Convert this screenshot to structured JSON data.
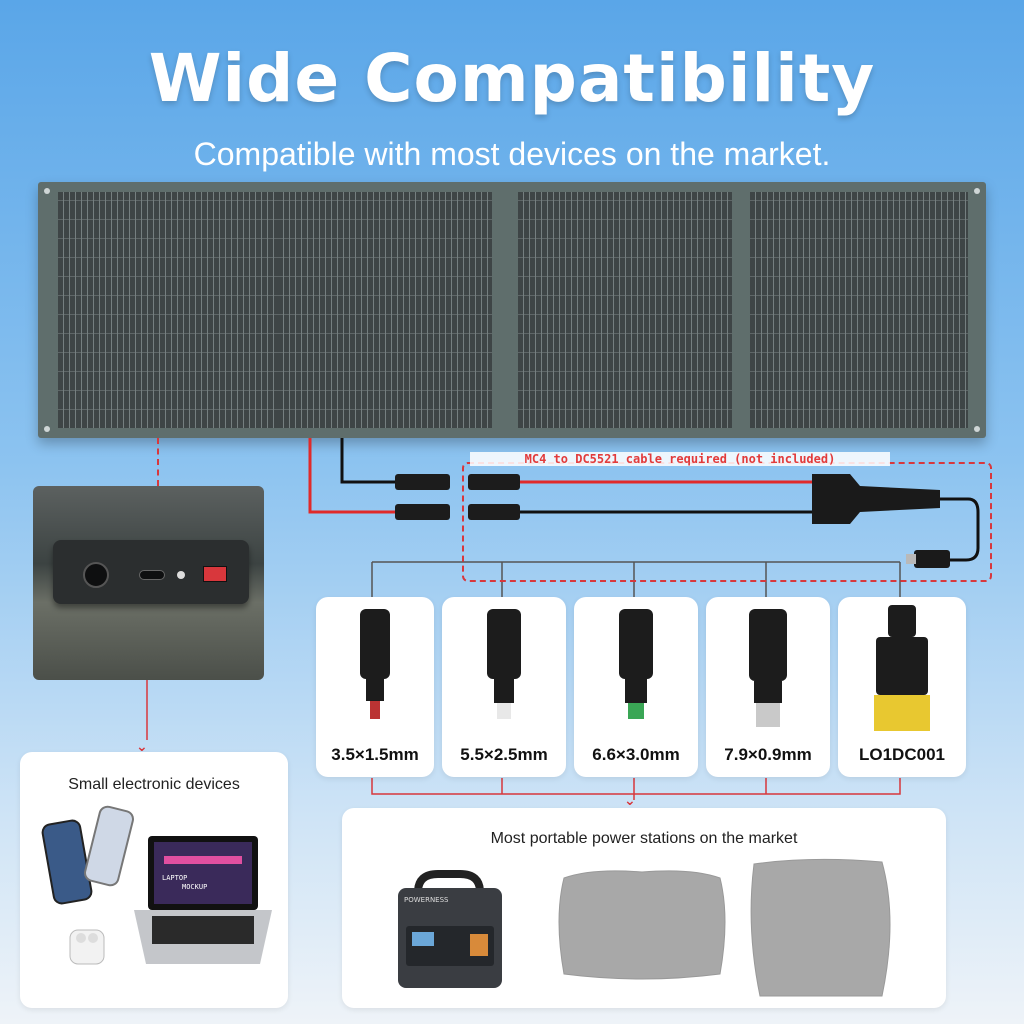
{
  "header": {
    "title": "Wide Compatibility",
    "subtitle": "Compatible with most devices on the market."
  },
  "cable_note": "MC4 to DC5521 cable required (not included)",
  "connectors": [
    {
      "label": "3.5×1.5mm"
    },
    {
      "label": "5.5×2.5mm"
    },
    {
      "label": "6.6×3.0mm"
    },
    {
      "label": "7.9×0.9mm"
    },
    {
      "label": "LO1DC001"
    }
  ],
  "small_devices": {
    "title": "Small electronic devices"
  },
  "laptop_screen": {
    "line1": "LAPTOP",
    "line2": "MOCKUP"
  },
  "power_stations": {
    "title": "Most portable power stations on the market",
    "brand": "POWERNESS"
  },
  "colors": {
    "accent_red": "#d8373c",
    "panel": "#5f6e6c",
    "sky": "#5aa6e8"
  }
}
